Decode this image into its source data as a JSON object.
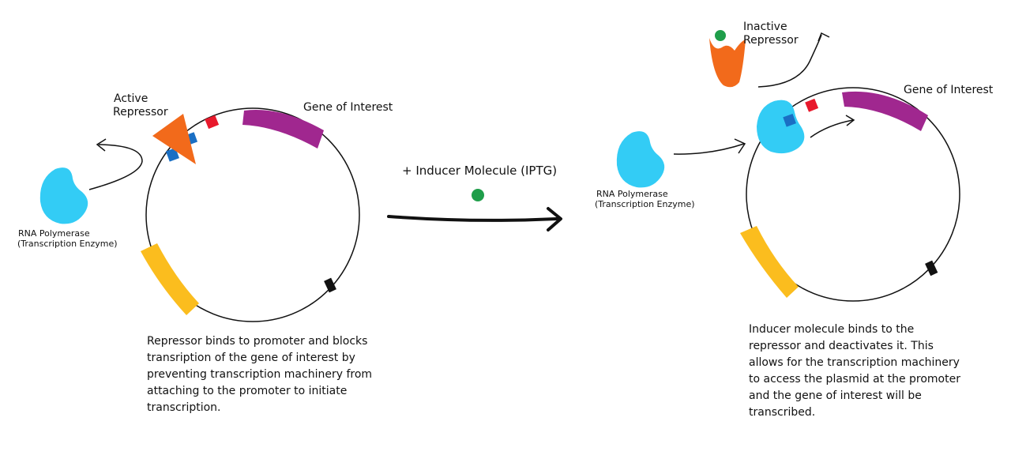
{
  "left_panel": {
    "active_repressor": [
      "Active",
      "Repressor"
    ],
    "gene_of_interest": "Gene of Interest",
    "rna_polymerase": [
      "RNA Polymerase",
      "(Transcription Enzyme)"
    ],
    "description": [
      "Repressor binds to promoter and blocks",
      "transription of the gene of interest by",
      "preventing transcription machinery from",
      "attaching to the promoter to initiate",
      "transcription."
    ]
  },
  "middle": {
    "inducer_label": "+ Inducer Molecule (IPTG)"
  },
  "right_panel": {
    "inactive_repressor": [
      "Inactive",
      "Repressor"
    ],
    "gene_of_interest": "Gene of Interest",
    "rna_polymerase": [
      "RNA Polymerase",
      "(Transcription Enzyme)"
    ],
    "description": [
      "Inducer molecule binds to the",
      "repressor and deactivates it. This",
      "allows for the transcription machinery",
      "to access the plasmid at the promoter",
      "and the gene of interest will be",
      "transcribed."
    ]
  },
  "colors": {
    "rna_polymerase": "#33ccf5",
    "repressor": "#f26a1b",
    "promoter": "#1a6fc4",
    "operator": "#e8192c",
    "gene_of_interest": "#a0278f",
    "yellow_gene": "#fbbd1e",
    "inducer": "#1f9e4a",
    "marker": "#111111"
  },
  "icons": [
    "plasmid-circle-icon",
    "rna-polymerase-icon",
    "repressor-icon",
    "inducer-molecule-icon",
    "arrow-icon"
  ]
}
